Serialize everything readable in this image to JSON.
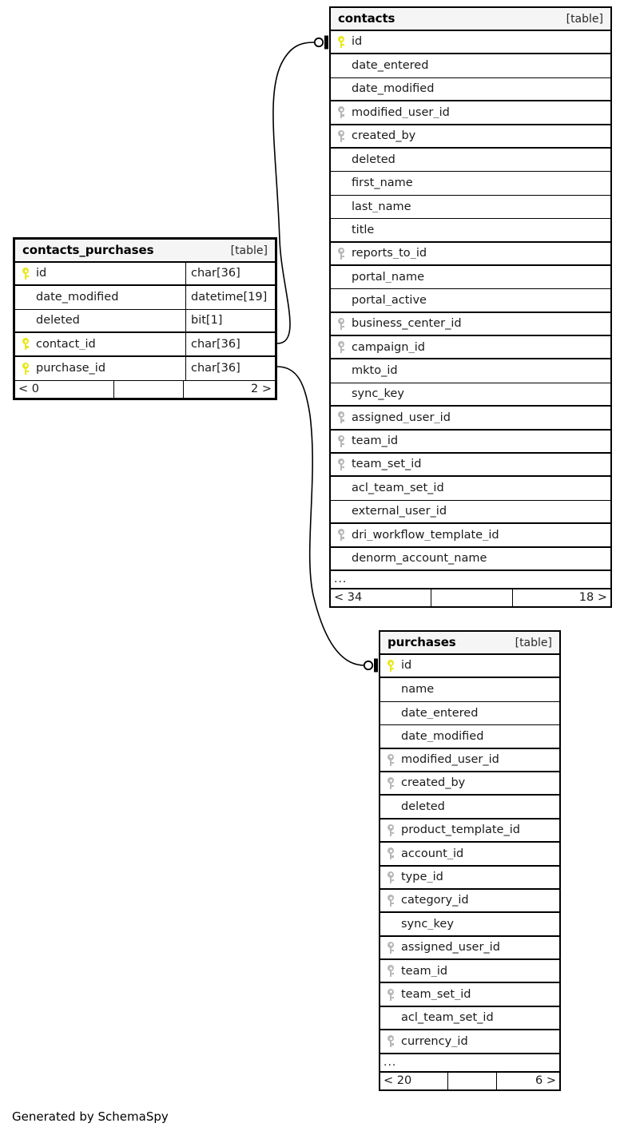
{
  "diagram": {
    "caption": "Generated by SchemaSpy",
    "table_kind_label": "[table]",
    "ellipsis": "...",
    "colors": {
      "primary_key": "#e8e81b",
      "foreign_key": "#b8b8b8",
      "header_bg": "#f5f5f5",
      "border": "#000000",
      "background": "#ffffff"
    }
  },
  "tables": [
    {
      "id": "contacts_purchases",
      "name": "contacts_purchases",
      "kind": "[table]",
      "focal": true,
      "show_types": true,
      "has_ellipsis": false,
      "columns": [
        {
          "name": "id",
          "key": "pk",
          "type": "char[36]"
        },
        {
          "name": "date_modified",
          "key": "",
          "type": "datetime[19]"
        },
        {
          "name": "deleted",
          "key": "",
          "type": "bit[1]"
        },
        {
          "name": "contact_id",
          "key": "pk",
          "type": "char[36]"
        },
        {
          "name": "purchase_id",
          "key": "pk",
          "type": "char[36]"
        }
      ],
      "footer": {
        "left": "< 0",
        "middle": "",
        "right": "2 >"
      }
    },
    {
      "id": "contacts",
      "name": "contacts",
      "kind": "[table]",
      "focal": false,
      "show_types": false,
      "has_ellipsis": true,
      "columns": [
        {
          "name": "id",
          "key": "pk",
          "type": ""
        },
        {
          "name": "date_entered",
          "key": "",
          "type": ""
        },
        {
          "name": "date_modified",
          "key": "",
          "type": ""
        },
        {
          "name": "modified_user_id",
          "key": "fk",
          "type": ""
        },
        {
          "name": "created_by",
          "key": "fk",
          "type": ""
        },
        {
          "name": "deleted",
          "key": "",
          "type": ""
        },
        {
          "name": "first_name",
          "key": "",
          "type": ""
        },
        {
          "name": "last_name",
          "key": "",
          "type": ""
        },
        {
          "name": "title",
          "key": "",
          "type": ""
        },
        {
          "name": "reports_to_id",
          "key": "fk",
          "type": ""
        },
        {
          "name": "portal_name",
          "key": "",
          "type": ""
        },
        {
          "name": "portal_active",
          "key": "",
          "type": ""
        },
        {
          "name": "business_center_id",
          "key": "fk",
          "type": ""
        },
        {
          "name": "campaign_id",
          "key": "fk",
          "type": ""
        },
        {
          "name": "mkto_id",
          "key": "",
          "type": ""
        },
        {
          "name": "sync_key",
          "key": "",
          "type": ""
        },
        {
          "name": "assigned_user_id",
          "key": "fk",
          "type": ""
        },
        {
          "name": "team_id",
          "key": "fk",
          "type": ""
        },
        {
          "name": "team_set_id",
          "key": "fk",
          "type": ""
        },
        {
          "name": "acl_team_set_id",
          "key": "",
          "type": ""
        },
        {
          "name": "external_user_id",
          "key": "",
          "type": ""
        },
        {
          "name": "dri_workflow_template_id",
          "key": "fk",
          "type": ""
        },
        {
          "name": "denorm_account_name",
          "key": "",
          "type": ""
        }
      ],
      "footer": {
        "left": "< 34",
        "middle": "",
        "right": "18 >"
      }
    },
    {
      "id": "purchases",
      "name": "purchases",
      "kind": "[table]",
      "focal": false,
      "show_types": false,
      "has_ellipsis": true,
      "columns": [
        {
          "name": "id",
          "key": "pk",
          "type": ""
        },
        {
          "name": "name",
          "key": "",
          "type": ""
        },
        {
          "name": "date_entered",
          "key": "",
          "type": ""
        },
        {
          "name": "date_modified",
          "key": "",
          "type": ""
        },
        {
          "name": "modified_user_id",
          "key": "fk",
          "type": ""
        },
        {
          "name": "created_by",
          "key": "fk",
          "type": ""
        },
        {
          "name": "deleted",
          "key": "",
          "type": ""
        },
        {
          "name": "product_template_id",
          "key": "fk",
          "type": ""
        },
        {
          "name": "account_id",
          "key": "fk",
          "type": ""
        },
        {
          "name": "type_id",
          "key": "fk",
          "type": ""
        },
        {
          "name": "category_id",
          "key": "fk",
          "type": ""
        },
        {
          "name": "sync_key",
          "key": "",
          "type": ""
        },
        {
          "name": "assigned_user_id",
          "key": "fk",
          "type": ""
        },
        {
          "name": "team_id",
          "key": "fk",
          "type": ""
        },
        {
          "name": "team_set_id",
          "key": "fk",
          "type": ""
        },
        {
          "name": "acl_team_set_id",
          "key": "",
          "type": ""
        },
        {
          "name": "currency_id",
          "key": "fk",
          "type": ""
        }
      ],
      "footer": {
        "left": "< 20",
        "middle": "",
        "right": "6 >"
      }
    }
  ],
  "relationships": [
    {
      "from_table": "contacts_purchases",
      "from_column": "contact_id",
      "to_table": "contacts",
      "to_column": "id",
      "to_cardinality": "zero-or-one"
    },
    {
      "from_table": "contacts_purchases",
      "from_column": "purchase_id",
      "to_table": "purchases",
      "to_column": "id",
      "to_cardinality": "zero-or-one"
    }
  ]
}
